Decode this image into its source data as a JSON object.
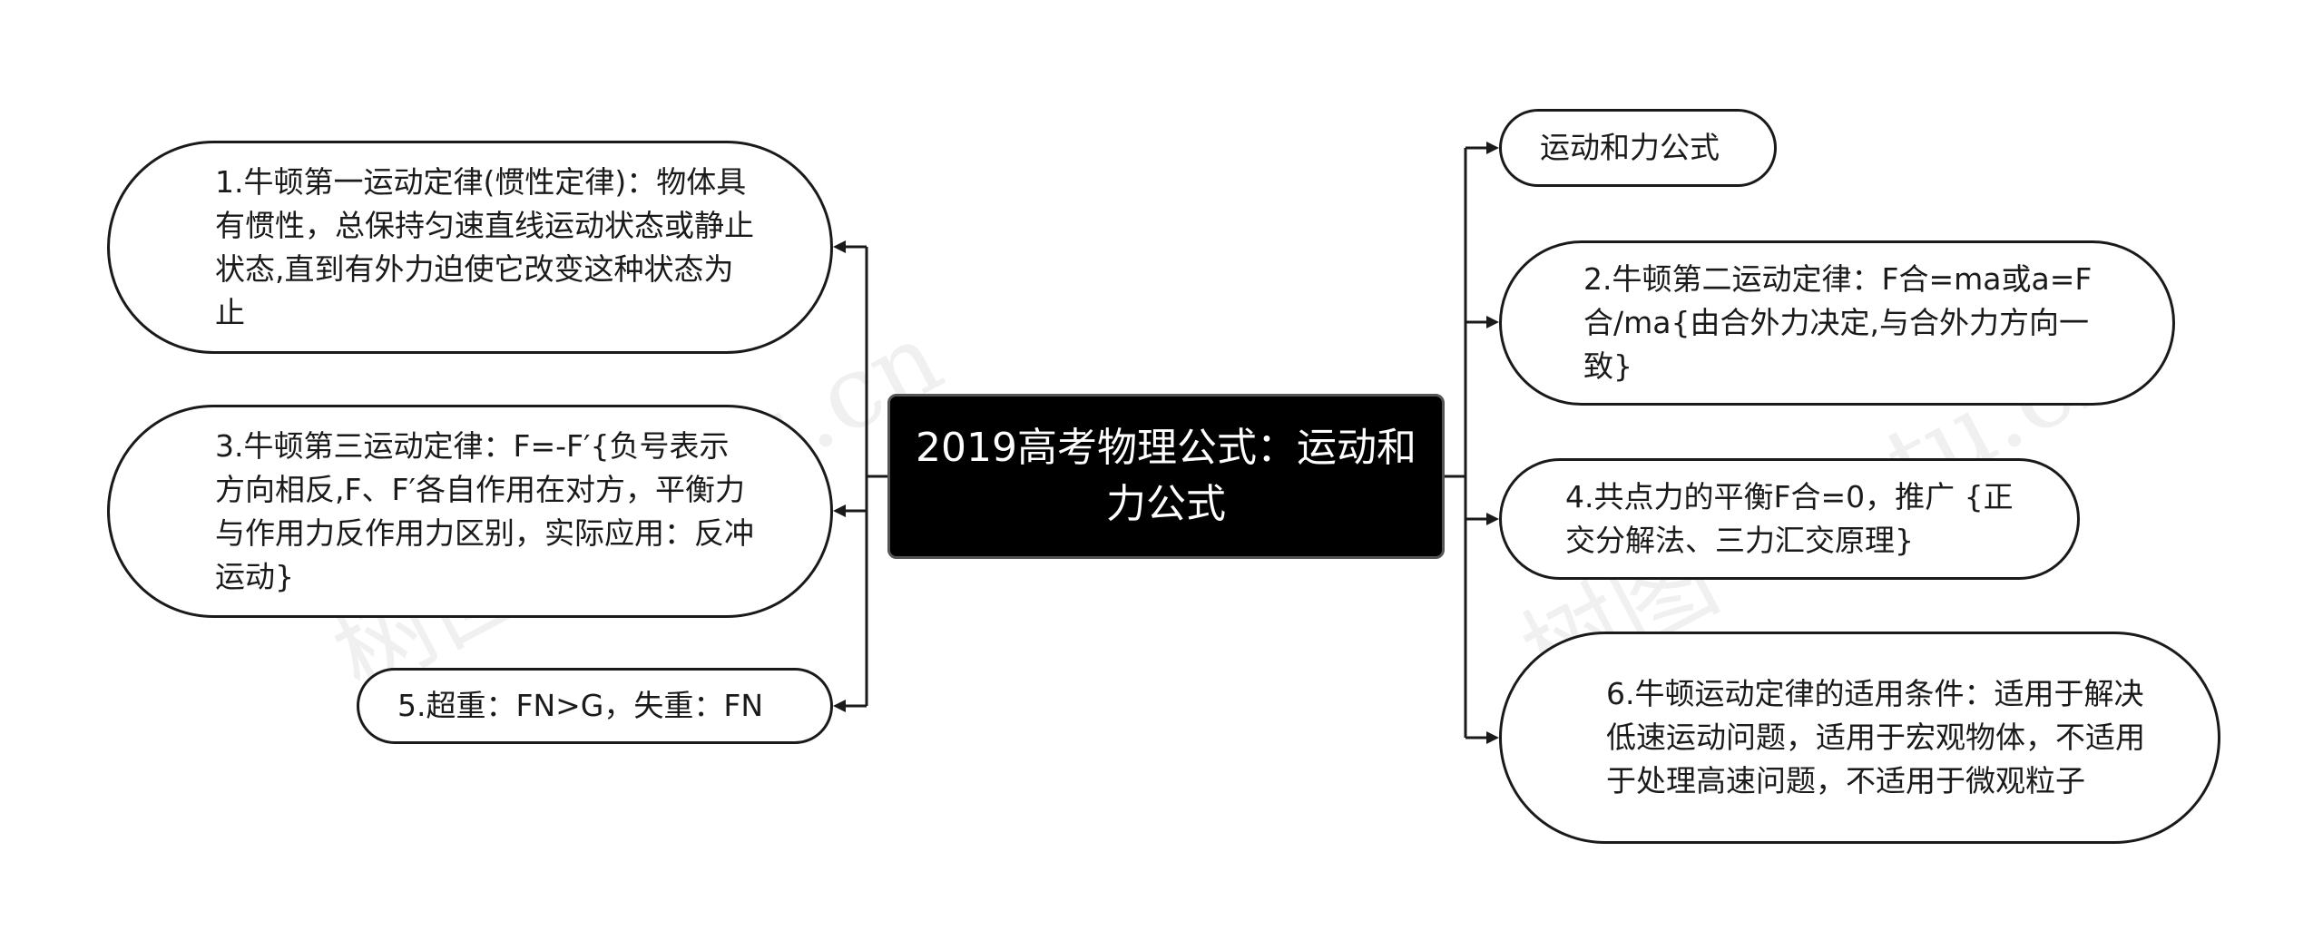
{
  "center": {
    "text": "2019高考物理公式：运动和力公式"
  },
  "left_nodes": [
    {
      "id": "l1",
      "text": "1.牛顿第一运动定律(惯性定律)：物体具有惯性，总保持匀速直线运动状态或静止状态,直到有外力迫使它改变这种状态为止"
    },
    {
      "id": "l2",
      "text": "3.牛顿第三运动定律：F=-F′{负号表示方向相反,F、F′各自作用在对方，平衡力与作用力反作用力区别，实际应用：反冲运动}"
    },
    {
      "id": "l3",
      "text": "5.超重：FN>G，失重：FN"
    }
  ],
  "right_nodes": [
    {
      "id": "r1",
      "text": "运动和力公式"
    },
    {
      "id": "r2",
      "text": "2.牛顿第二运动定律：F合=ma或a=F合/ma{由合外力决定,与合外力方向一致}"
    },
    {
      "id": "r3",
      "text": "4.共点力的平衡F合=0，推广 {正交分解法、三力汇交原理}"
    },
    {
      "id": "r4",
      "text": "6.牛顿运动定律的适用条件：适用于解决低速运动问题，适用于宏观物体，不适用于处理高速问题，不适用于微观粒子"
    }
  ],
  "watermark": "树图 shutu.cn",
  "colors": {
    "line": "#1a1a1a",
    "center_bg": "#000000",
    "center_text": "#ffffff",
    "node_border": "#1a1a1a"
  }
}
